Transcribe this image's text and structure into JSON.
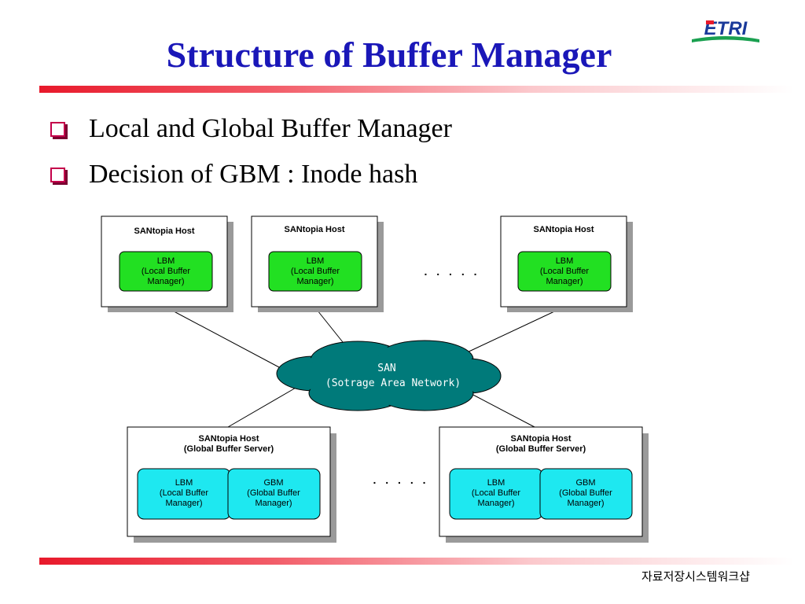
{
  "slide": {
    "title": "Structure of Buffer Manager",
    "logo_text": "ETRI",
    "footer": "자료저장시스템워크샵"
  },
  "bullets": [
    {
      "text": "Local and Global Buffer Manager"
    },
    {
      "text": "Decision of GBM : Inode hash"
    }
  ],
  "diagram": {
    "top_hosts": [
      {
        "title": "SANtopia Host",
        "lbm": [
          "LBM",
          "(Local Buffer",
          "Manager)"
        ]
      },
      {
        "title": "SANtopia Host",
        "lbm": [
          "LBM",
          "(Local Buffer",
          "Manager)"
        ]
      },
      {
        "title": "SANtopia Host",
        "lbm": [
          "LBM",
          "(Local Buffer",
          "Manager)"
        ]
      }
    ],
    "top_ellipsis": ". . . . .",
    "san": {
      "line1": "SAN",
      "line2": "(Sotrage Area Network)"
    },
    "bottom_hosts": [
      {
        "title": "SANtopia Host",
        "subtitle": "(Global Buffer Server)",
        "lbm": [
          "LBM",
          "(Local Buffer",
          "Manager)"
        ],
        "gbm": [
          "GBM",
          "(Global Buffer",
          "Manager)"
        ]
      },
      {
        "title": "SANtopia Host",
        "subtitle": "(Global Buffer Server)",
        "lbm": [
          "LBM",
          "(Local Buffer",
          "Manager)"
        ],
        "gbm": [
          "GBM",
          "(Global Buffer",
          "Manager)"
        ]
      }
    ],
    "bottom_ellipsis": ". . . . .",
    "colors": {
      "lbm_top": "#22e022",
      "cyan": "#1ee8f0",
      "san": "#007a7a",
      "title": "#1a17b8"
    }
  }
}
